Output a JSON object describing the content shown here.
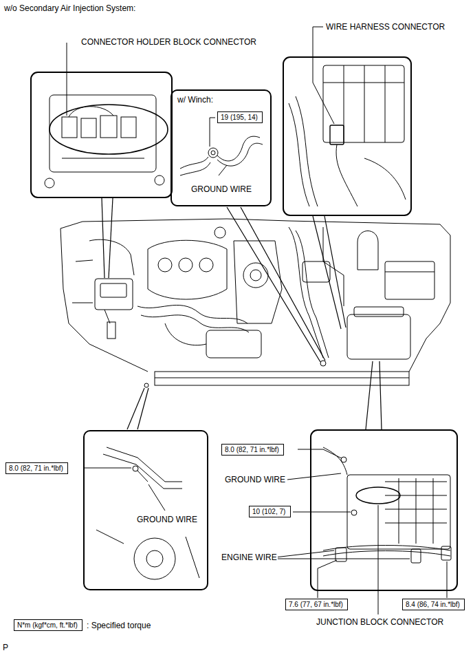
{
  "diagram": {
    "title": "w/o Secondary Air Injection System:",
    "nodes": [
      {
        "text": [
          "w/ Winch:",
          "GROUND WIRE"
        ]
      },
      {
        "text": [
          "19 (195, 14)"
        ],
        "in": 0
      },
      {
        "text": [
          "8.0 (82, 71 in.*lbf)"
        ]
      },
      {
        "text": [
          "GROUND WIRE"
        ]
      },
      {
        "text": [
          "8.0 (82, 71 in.*lbf)"
        ]
      },
      {
        "text": [
          "10 (102, 7)"
        ]
      },
      {
        "text": [
          "7.6 (77, 67 in.*lbf)"
        ]
      },
      {
        "text": [
          "8.4 (86, 74 in.*lbf)"
        ]
      },
      {
        "text": [
          "N*m (kgf*cm, ft.*lbf)"
        ]
      }
    ],
    "labels": [
      "CONNECTOR HOLDER BLOCK CONNECTOR",
      "WIRE HARNESS CONNECTOR",
      "GROUND WIRE",
      "ENGINE WIRE",
      "JUNCTION BLOCK CONNECTOR",
      ": Specified torque",
      "P"
    ]
  }
}
